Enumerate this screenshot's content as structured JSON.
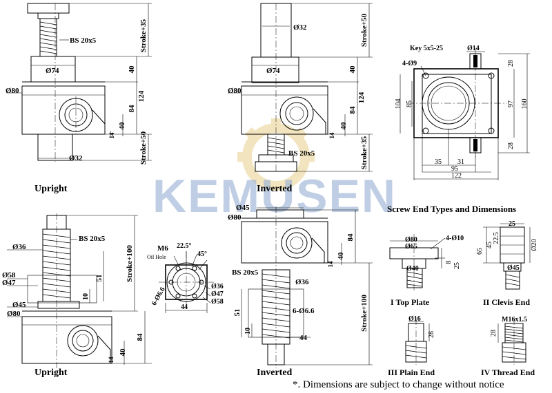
{
  "watermark": {
    "text": "KEMUSEN",
    "color": "#9db4d6",
    "gear_color": "#e8cf8a"
  },
  "views": {
    "upright_top": "Upright",
    "inverted_top": "Inverted",
    "upright_bottom": "Upright",
    "inverted_bottom": "Inverted"
  },
  "dims": {
    "bs_a": "BS 20x5",
    "bs_b": "BS 20x5",
    "bs_c": "BS 20x5",
    "bs_d": "BS 20x5",
    "stroke35": "Stroke+35",
    "stroke50a": "Stroke+50",
    "stroke50b": "Stroke+50",
    "stroke35b": "Stroke+35",
    "stroke100a": "Stroke+100",
    "stroke100b": "Stroke+100",
    "d32a": "Ø32",
    "d32b": "Ø32",
    "d74a": "Ø74",
    "d74b": "Ø74",
    "d80a": "Ø80",
    "d80b": "Ø80",
    "d80c": "Ø80",
    "d80d": "Ø80",
    "v40a": "40",
    "v40b": "40",
    "v124a": "124",
    "v124b": "124",
    "v84a": "84",
    "v84b": "84",
    "v84c": "84",
    "v84d": "84",
    "v40c": "40",
    "v40d": "40",
    "v40e": "40",
    "v40f": "40",
    "v14a": "14",
    "v14b": "14",
    "v14c": "14",
    "v14d": "14",
    "d36a": "Ø36",
    "d36b": "Ø36",
    "d58": "Ø58",
    "d47": "Ø47",
    "d45a": "Ø45",
    "d45b": "Ø45",
    "v51a": "51",
    "v51b": "51",
    "v10a": "10",
    "v10b": "10",
    "hole66": "6-Ø6.6",
    "w44": "44"
  },
  "flange": {
    "m6": "M6",
    "oil": "Oil Hole",
    "a225": "22.5°",
    "a45": "45°",
    "d36": "Ø36",
    "d47": "Ø47",
    "d58": "Ø58",
    "holes": "6-Ø6.6",
    "w44": "44"
  },
  "plan": {
    "key": "Key 5x5-25",
    "d14": "Ø14",
    "holes": "4-Ø9",
    "v28a": "28",
    "v28b": "28",
    "v104": "104",
    "v85": "85",
    "v97": "97",
    "v160": "160",
    "h35": "35",
    "h31": "31",
    "h95": "95",
    "h122": "122"
  },
  "screw_ends": {
    "title": "Screw End Types and Dimensions",
    "top_plate": {
      "label": "I  Top Plate",
      "d80": "Ø80",
      "d65": "Ø65",
      "holes": "4-Ø10",
      "v8": "8",
      "v25": "25",
      "d40": "Ø40"
    },
    "clevis": {
      "label": "II  Clevis End",
      "v25": "25",
      "v225": "22.5",
      "v45": "45",
      "v65": "65",
      "d20": "Ø20",
      "d45": "Ø45"
    },
    "plain": {
      "label": "III  Plain End",
      "d16": "Ø16",
      "v28": "28"
    },
    "thread": {
      "label": "IV  Thread End",
      "m16": "M16x1.5",
      "v28": "28"
    }
  },
  "note": "*. Dimensions are subject to change without notice"
}
